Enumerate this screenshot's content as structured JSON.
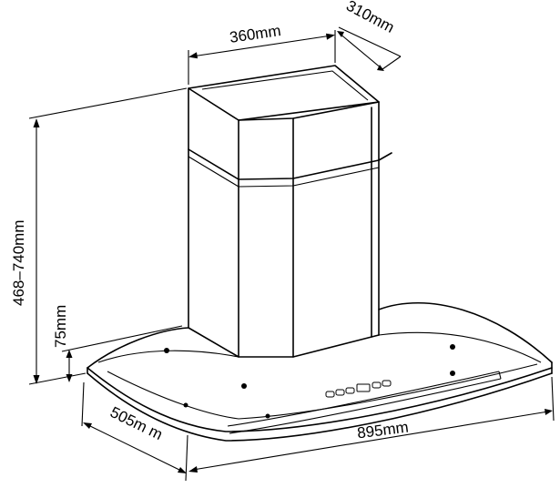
{
  "diagram": {
    "dimensions": {
      "chimney_width": "360mm",
      "chimney_depth": "310mm",
      "total_height": "468–740mm",
      "canopy_height": "75mm",
      "canopy_depth": "505m m",
      "canopy_width": "895mm"
    },
    "colors": {
      "line": "#000000",
      "background": "#ffffff"
    }
  }
}
